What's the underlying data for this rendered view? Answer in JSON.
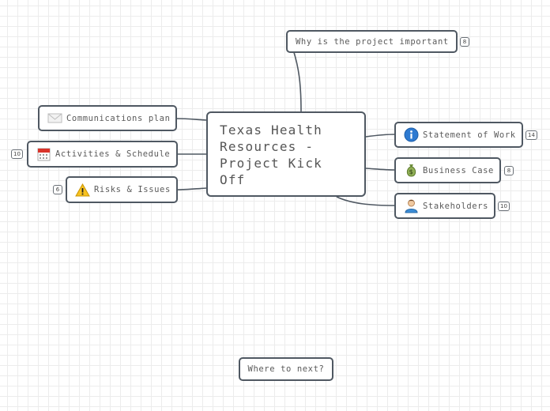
{
  "map": {
    "central": "Texas Health Resources - Project Kick Off",
    "floating": "Where to next?"
  },
  "branches": {
    "why": {
      "label": "Why is the project important",
      "count": "8"
    },
    "communications": {
      "label": "Communications plan",
      "icon": "envelope-icon"
    },
    "activities": {
      "label": "Activities & Schedule",
      "count": "10",
      "icon": "calendar-icon"
    },
    "risks": {
      "label": "Risks & Issues",
      "count": "6",
      "icon": "warning-icon"
    },
    "statement": {
      "label": "Statement of Work",
      "count": "14",
      "icon": "info-icon"
    },
    "business": {
      "label": "Business Case",
      "count": "8",
      "icon": "money-bag-icon"
    },
    "stakeholders": {
      "label": "Stakeholders",
      "count": "10",
      "icon": "person-icon"
    }
  },
  "colors": {
    "border": "#4f5862",
    "connector": "#4f5862",
    "grid": "#ececec",
    "text": "#555555"
  }
}
